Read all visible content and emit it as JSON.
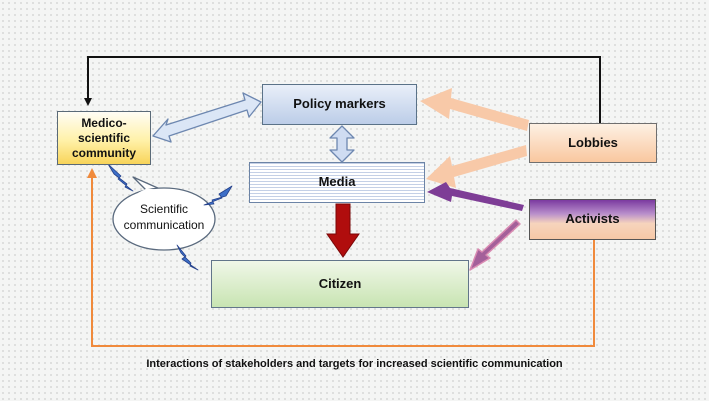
{
  "nodes": {
    "medico": "Medico-\nscientific\ncommunity",
    "policy": "Policy markers",
    "media": "Media",
    "lobbies": "Lobbies",
    "activists": "Activists",
    "citizen": "Citizen"
  },
  "bubble": "Scientific\ncommunication",
  "caption": "Interactions of stakeholders and targets for increased scientific communication",
  "colors": {
    "lobby_arrow": "#f8c9a8",
    "activist_arrow": "#7e3d96",
    "media_to_citizen_arrow": "#b00d0d",
    "policy_media_arrow": "#cfdcf2",
    "feedback_line_black": "#111111",
    "feedback_line_orange": "#f08a3c",
    "lightning": "#3d6fc8"
  }
}
